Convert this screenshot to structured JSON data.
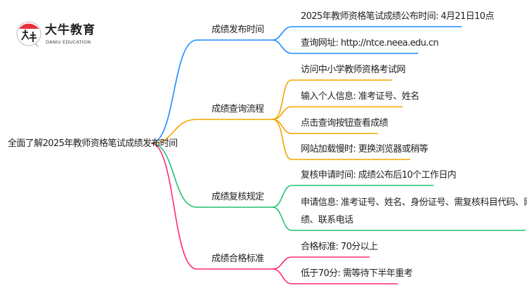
{
  "logo": {
    "name_cn": "大牛教育",
    "name_en": "DANIU EDUCATION",
    "mark_text": "大牛",
    "accent": "#e8303a"
  },
  "root": {
    "label": "全面了解2025年教师资格笔试成绩发布时间"
  },
  "colors": {
    "blue": "#1a8cff",
    "orange": "#f5a300",
    "green": "#1ec26e",
    "pink": "#ff2a7a"
  },
  "branches": [
    {
      "label": "成绩发布时间",
      "leaves": [
        "2025年教师资格笔试成绩公布时间: 4月21日10点",
        "查询网址: http://ntce.neea.edu.cn"
      ]
    },
    {
      "label": "成绩查询流程",
      "leaves": [
        "访问中小学教师资格考试网",
        "输入个人信息: 准考证号、姓名",
        "点击查询按钮查看成绩",
        "网站加载慢时: 更换浏览器或稍等"
      ]
    },
    {
      "label": "成绩复核规定",
      "leaves": [
        "复核申请时间: 成绩公布后10个工作日内",
        "申请信息: 准考证号、姓名、身份证号、需复核科目代码、网上查询成",
        "绩、联系电话"
      ]
    },
    {
      "label": "成绩合格标准",
      "leaves": [
        "合格标准: 70分以上",
        "低于70分: 需等待下半年重考"
      ]
    }
  ]
}
